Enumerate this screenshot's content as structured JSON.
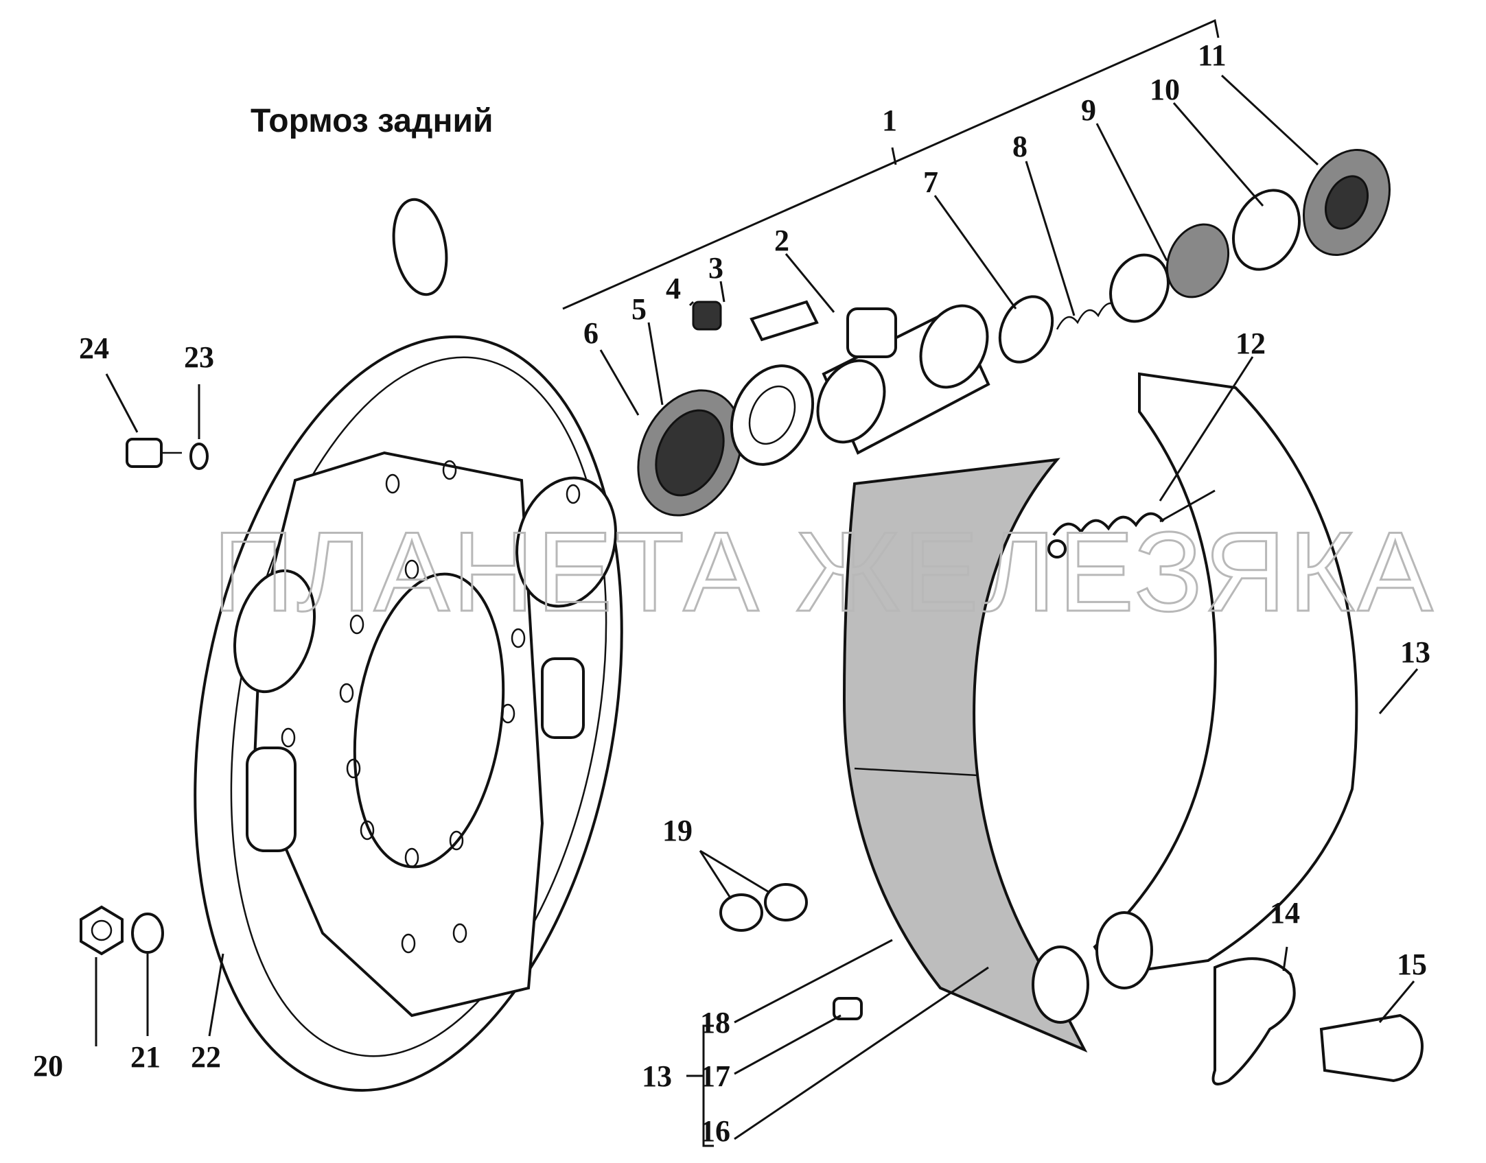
{
  "title": "Тормоз задний",
  "watermark": "ПЛАНЕТА ЖЕЛЕЗЯКА",
  "callouts": [
    "1",
    "2",
    "3",
    "4",
    "5",
    "6",
    "7",
    "8",
    "9",
    "10",
    "11",
    "12",
    "13",
    "14",
    "15",
    "16",
    "17",
    "18",
    "19",
    "20",
    "21",
    "22",
    "23",
    "24"
  ],
  "group_label": "13",
  "colors": {
    "ink": "#111111",
    "lining": "#bdbdbd",
    "watermark": "#b8b8b8"
  }
}
